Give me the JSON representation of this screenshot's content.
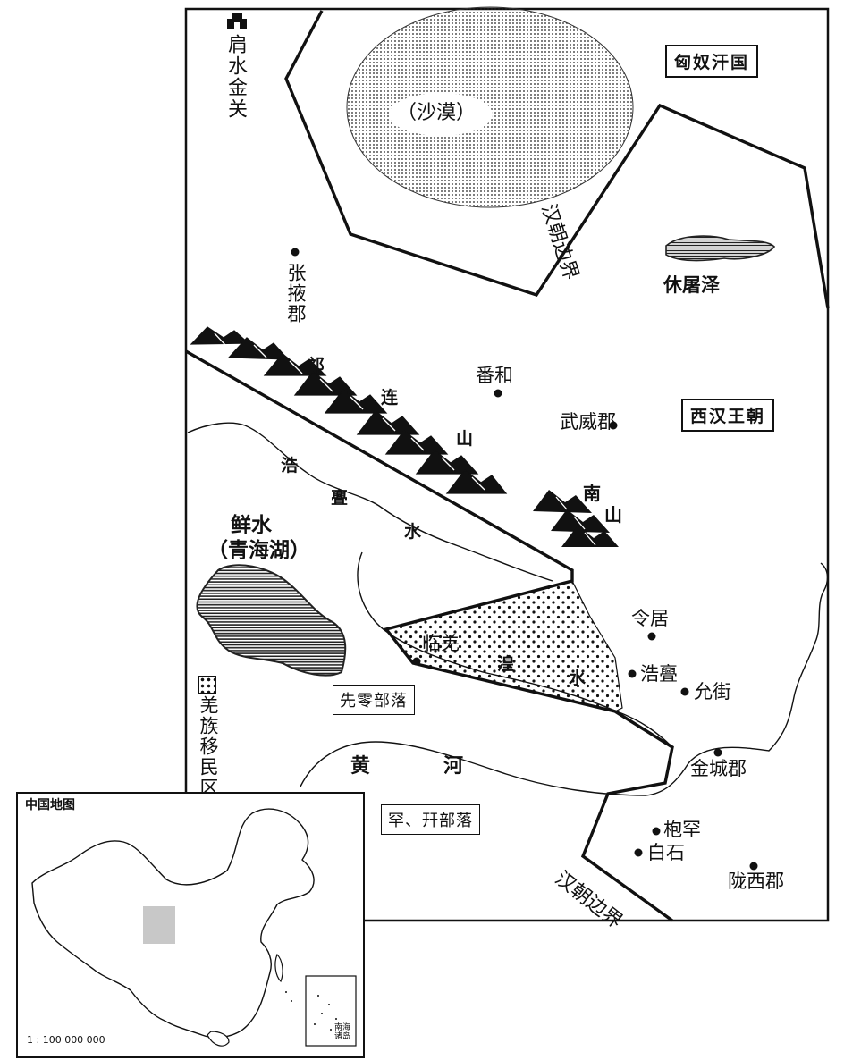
{
  "map": {
    "legend": {
      "fort_label": "肩水金关",
      "migrant_area_label": "羌族移民区",
      "fort_icon": "fort-icon",
      "migrant_swatch_icon": "dotted-swatch-icon"
    },
    "regions": {
      "xiongnu": "匈奴汗国",
      "western_han": "西汉王朝"
    },
    "boundaries": {
      "han_border_north": "汉朝边界",
      "han_border_south": "汉朝边界"
    },
    "natural": {
      "desert": "（沙漠）",
      "xiutuze": "休屠泽",
      "qilian_chars": [
        "祁",
        "连",
        "山"
      ],
      "nanshan_chars": [
        "南",
        "山"
      ],
      "haomenshui_chars": [
        "浩",
        "亹",
        "水"
      ],
      "huangshui_chars": [
        "湟",
        "水"
      ],
      "xianshui": "鲜水",
      "qinghai_lake": "（青海湖）",
      "yellow_river_chars": [
        "黄",
        "河"
      ]
    },
    "places": {
      "zhangye": "张掖郡",
      "fanhe": "番和",
      "wuwei": "武威郡",
      "lingju": "令居",
      "linqiang": "临羌",
      "haomen": "浩亹",
      "yunjie": "允街",
      "jincheng": "金城郡",
      "baohan": "枹罕",
      "baishi": "白石",
      "longxi": "陇西郡"
    },
    "tribes": {
      "xianling": "先零部落",
      "hanqian": "罕、幵部落"
    }
  },
  "inset": {
    "title": "中国地图",
    "scale": "1 : 100 000 000",
    "south_sea": [
      "南海",
      "诸岛"
    ],
    "highlight_color": "#c8c8c8"
  }
}
